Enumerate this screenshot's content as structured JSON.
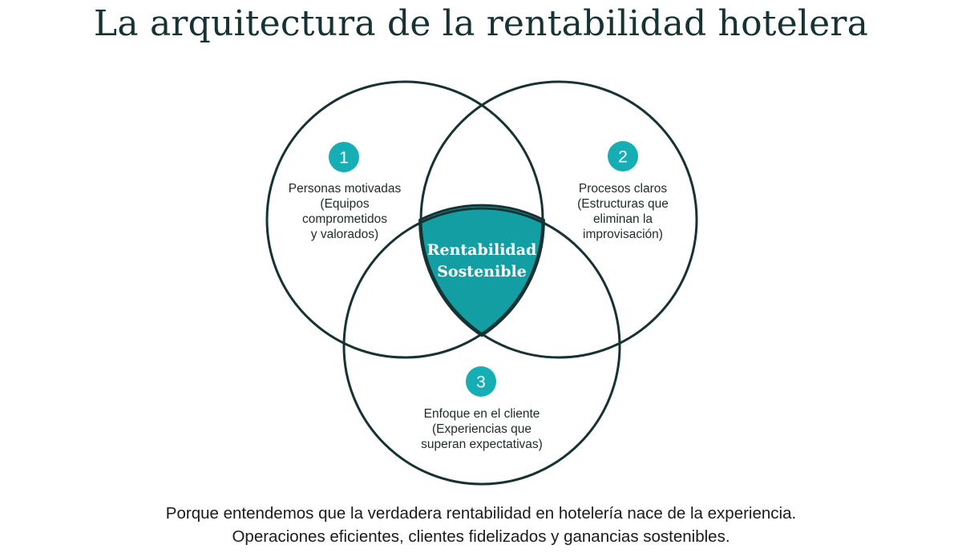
{
  "title": "La arquitectura de la rentabilidad hotelera",
  "colors": {
    "circle_stroke": "#163233",
    "accent_teal": "#14aeb4",
    "center_fill": "#139ea4"
  },
  "circles": [
    {
      "number": "1",
      "lines": [
        "Personas motivadas",
        "(Equipos",
        "comprometidos",
        "y valorados)"
      ]
    },
    {
      "number": "2",
      "lines": [
        "Procesos claros",
        "(Estructuras que",
        "eliminan la",
        "improvisación)"
      ]
    },
    {
      "number": "3",
      "lines": [
        "Enfoque en el cliente",
        "(Experiencias que",
        "superan expectativas)"
      ]
    }
  ],
  "center": {
    "lines": [
      "Rentabilidad",
      "Sostenible"
    ]
  },
  "footer": {
    "line1": "Porque entendemos que la verdadera rentabilidad en hotelería nace de la experiencia.",
    "line2": "Operaciones eficientes, clientes fidelizados y ganancias sostenibles."
  }
}
